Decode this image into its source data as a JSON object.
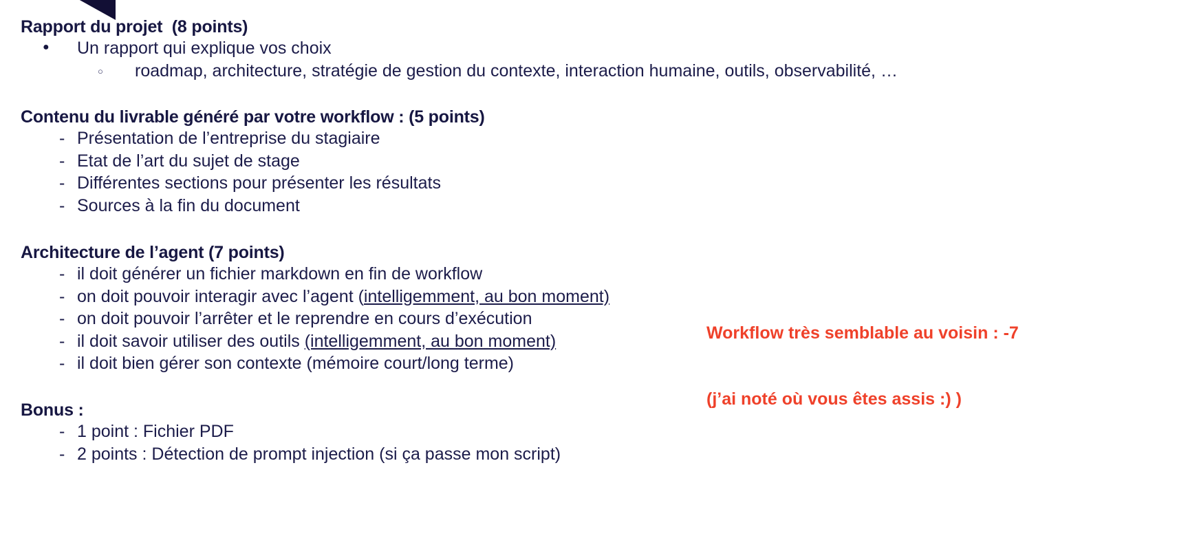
{
  "decoration": {
    "triangle_color": "#120f35",
    "triangle_name": "corner-triangle"
  },
  "colors": {
    "text_navy": "#171742",
    "body_navy": "#1c1c4a",
    "annotation_red": "#ef412a",
    "background": "#ffffff"
  },
  "sections": [
    {
      "id": "rapport",
      "heading": "Rapport du projet  (8 points)",
      "items": [
        {
          "level": "disc",
          "text": "Un rapport qui explique vos choix"
        },
        {
          "level": "circle",
          "text": "roadmap, architecture, stratégie de gestion du contexte, interaction humaine, outils, observabilité, …"
        }
      ]
    },
    {
      "id": "contenu",
      "heading": "Contenu du livrable généré par votre workflow : (5 points)",
      "items": [
        {
          "level": "dash",
          "text": "Présentation de l’entreprise du stagiaire"
        },
        {
          "level": "dash",
          "text": "Etat de l’art du sujet de stage"
        },
        {
          "level": "dash",
          "text": "Différentes sections pour présenter les résultats"
        },
        {
          "level": "dash",
          "text": "Sources à la fin du document"
        }
      ]
    },
    {
      "id": "architecture",
      "heading": "Architecture de l’agent (7 points)",
      "items": [
        {
          "level": "dash",
          "text": "il doit générer un fichier markdown en fin de workflow"
        },
        {
          "level": "dash",
          "prefix": "on doit pouvoir interagir avec l’agent (",
          "underlined": "intelligemment, au bon moment)",
          "suffix": ""
        },
        {
          "level": "dash",
          "text": "on doit pouvoir l’arrêter et le reprendre en cours d’exécution"
        },
        {
          "level": "dash",
          "prefix": "il doit savoir utiliser des outils ",
          "underlined": "(intelligemment, au bon moment)",
          "suffix": ""
        },
        {
          "level": "dash",
          "text": "il doit bien gérer son contexte (mémoire court/long terme)"
        }
      ]
    },
    {
      "id": "bonus",
      "heading": "Bonus :",
      "items": [
        {
          "level": "dash",
          "text": "1 point : Fichier PDF"
        },
        {
          "level": "dash",
          "text": "2 points : Détection de prompt injection (si ça passe mon script)"
        }
      ]
    }
  ],
  "annotation": {
    "line1": "Workflow très semblable au voisin : -7",
    "line2": "(j’ai noté où vous êtes assis :) )"
  }
}
